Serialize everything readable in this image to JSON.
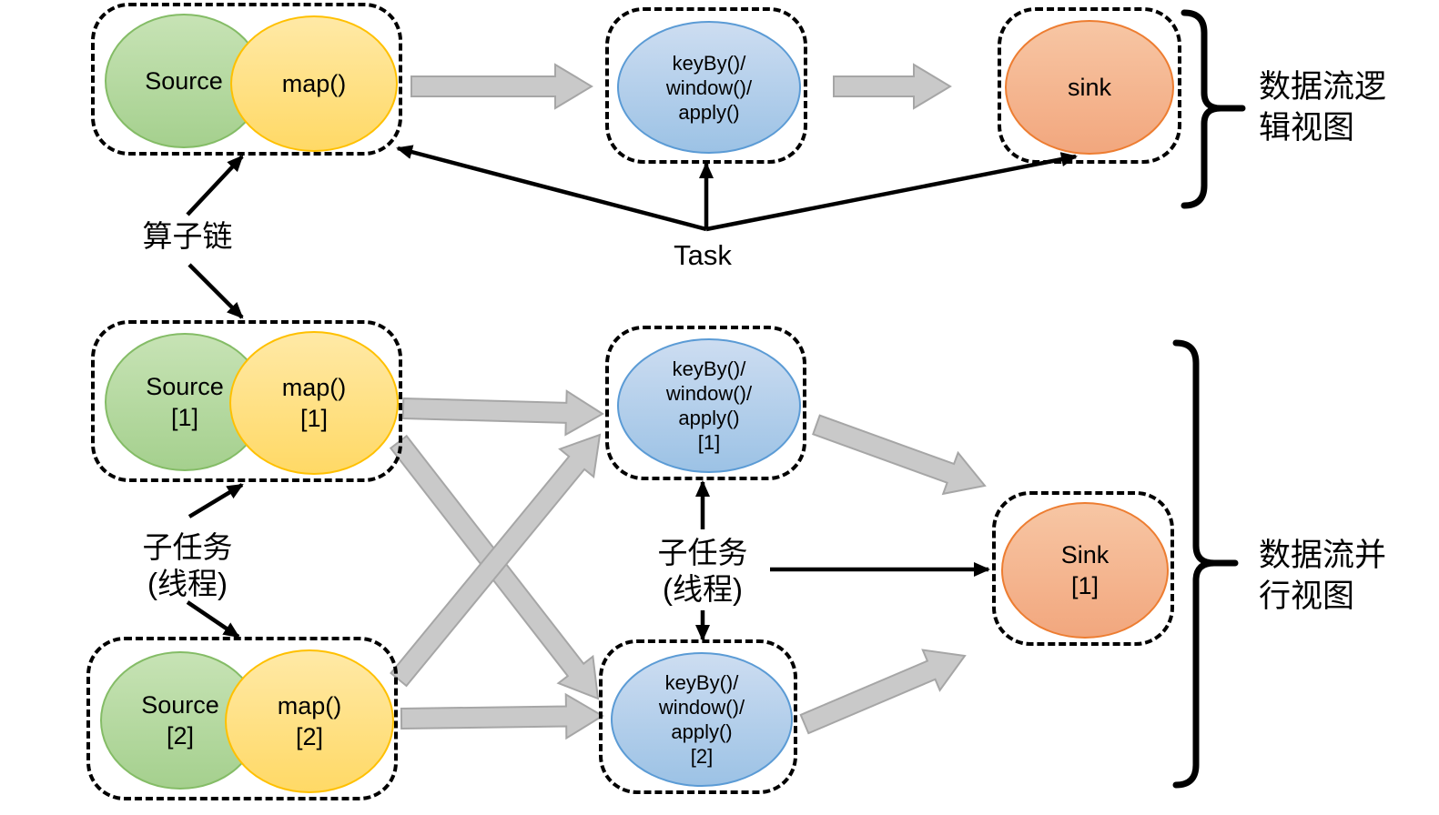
{
  "title": "Flink dataflow logical vs parallel view diagram",
  "nodes": {
    "logical": {
      "source": "Source",
      "map": "map()",
      "keyby_lines": [
        "keyBy()/",
        "window()/",
        "apply()"
      ],
      "sink": "sink"
    },
    "parallel": {
      "source1": {
        "name": "Source",
        "index": "[1]"
      },
      "map1": {
        "name": "map()",
        "index": "[1]"
      },
      "keyby1_lines": [
        "keyBy()/",
        "window()/",
        "apply()",
        "[1]"
      ],
      "source2": {
        "name": "Source",
        "index": "[2]"
      },
      "map2": {
        "name": "map()",
        "index": "[2]"
      },
      "keyby2_lines": [
        "keyBy()/",
        "window()/",
        "apply()",
        "[2]"
      ],
      "sink1": {
        "name": "Sink",
        "index": "[1]"
      }
    }
  },
  "annotations": {
    "operator_chain": "算子链",
    "task": "Task",
    "subtask_left": [
      "子任务",
      "(线程)"
    ],
    "subtask_mid": [
      "子任务",
      "(线程)"
    ],
    "logical_view": [
      "数据流逻",
      "辑视图"
    ],
    "parallel_view": [
      "数据流并",
      "行视图"
    ]
  },
  "colors": {
    "green_fill_top": "#c7e3b5",
    "green_fill": "#a5d08e",
    "green_border": "#84bc66",
    "yellow_fill_top": "#ffe9a6",
    "yellow_fill": "#ffd966",
    "yellow_border": "#ffc000",
    "blue_fill_top": "#cdddf1",
    "blue_fill": "#9cc2e5",
    "blue_border": "#5b9bd5",
    "orange_fill_top": "#f7c6a4",
    "orange_fill": "#f2a77e",
    "orange_border": "#ed7d31",
    "gray_arrow_fill": "#c9c9c9",
    "gray_arrow_border": "#a6a6a6",
    "line_color": "#000000"
  }
}
